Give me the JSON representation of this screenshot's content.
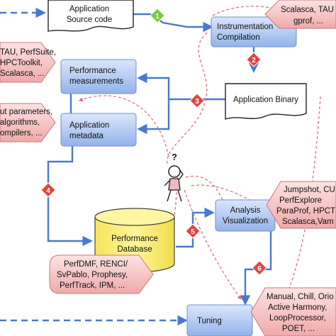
{
  "boxes": {
    "app_source": [
      "Application",
      "Source code"
    ],
    "instrumentation": [
      "Instrumentation",
      "Compilation"
    ],
    "app_binary": [
      "Application Binary"
    ],
    "perf_measurements": [
      "Performance",
      "measurements"
    ],
    "app_metadata": [
      "Application",
      "metadata"
    ],
    "perf_database": [
      "Performance",
      "Database"
    ],
    "analysis_vis": [
      "Analysis",
      "Visualization"
    ],
    "tuning": [
      "Tuning"
    ]
  },
  "tags": {
    "instr_tools": [
      "Scalasca, TAU",
      "gprof, ..."
    ],
    "measure_tools": [
      "TAU, PerfSuite,",
      "HPCToolkit,",
      "Scalasca, ..."
    ],
    "metadata_items": [
      "ut parameters,",
      "algorithms,",
      "ompilers, ..."
    ],
    "vis_tools": [
      "Jumpshot, CU",
      "PerfExplore",
      "ParaProf, HPCT",
      "Scalasca,Vam"
    ],
    "db_tools": [
      "PerfDMF, RENCI/",
      "SvPablo, Prophesy,",
      "PerfTrack, IPM, ..."
    ],
    "tuning_tools": [
      "Manual, Chill, Orio",
      "Active Harmony,",
      "LoopProcessor,",
      "POET, ..."
    ]
  },
  "steps": [
    "1",
    "2",
    "3",
    "4",
    "5",
    "6"
  ],
  "question_mark": "?",
  "colors": {
    "box_top": "#cfe0fb",
    "box_bottom": "#8fb0e8",
    "tag_top": "#fbdada",
    "tag_bottom": "#f0a8a8",
    "cylinder": "#fbf27e",
    "arrow": "#4a78d0",
    "dashed": "#e06870",
    "diamond_red": "#e0453e",
    "diamond_green": "#7ac93c"
  }
}
